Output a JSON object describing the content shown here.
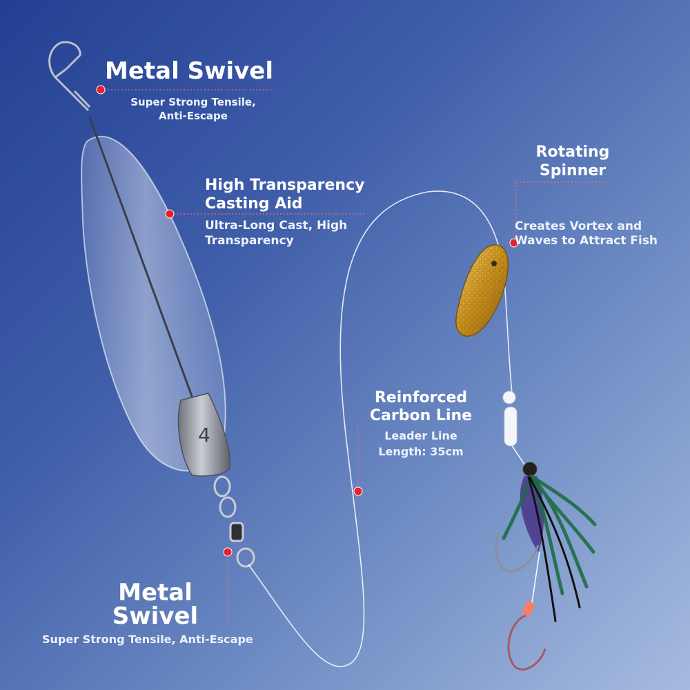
{
  "callouts": {
    "top_swivel": {
      "title": "Metal Swivel",
      "desc_line1": "Super Strong Tensile,",
      "desc_line2": "Anti-Escape"
    },
    "casting_aid": {
      "title_line1": "High Transparency",
      "title_line2": "Casting Aid",
      "desc_line1": "Ultra-Long Cast, High",
      "desc_line2": "Transparency"
    },
    "spinner": {
      "title_line1": "Rotating",
      "title_line2": "Spinner",
      "desc_line1": "Creates Vortex and",
      "desc_line2": "Waves to Attract Fish"
    },
    "carbon_line": {
      "title_line1": "Reinforced",
      "title_line2": "Carbon Line",
      "desc_line1": "Leader Line",
      "desc_line2": "Length: 35cm"
    },
    "bottom_swivel": {
      "title_line1": "Metal",
      "title_line2": "Swivel",
      "desc": "Super Strong Tensile, Anti-Escape"
    }
  },
  "product": {
    "sinker_mark": "4"
  },
  "colors": {
    "marker": "#e8202a",
    "leader": "#ff6b6b",
    "text": "#ffffff",
    "spinner": "#d9a92a",
    "fly_body": "#4a3a8c",
    "fly_feather": "#1e6b45"
  }
}
